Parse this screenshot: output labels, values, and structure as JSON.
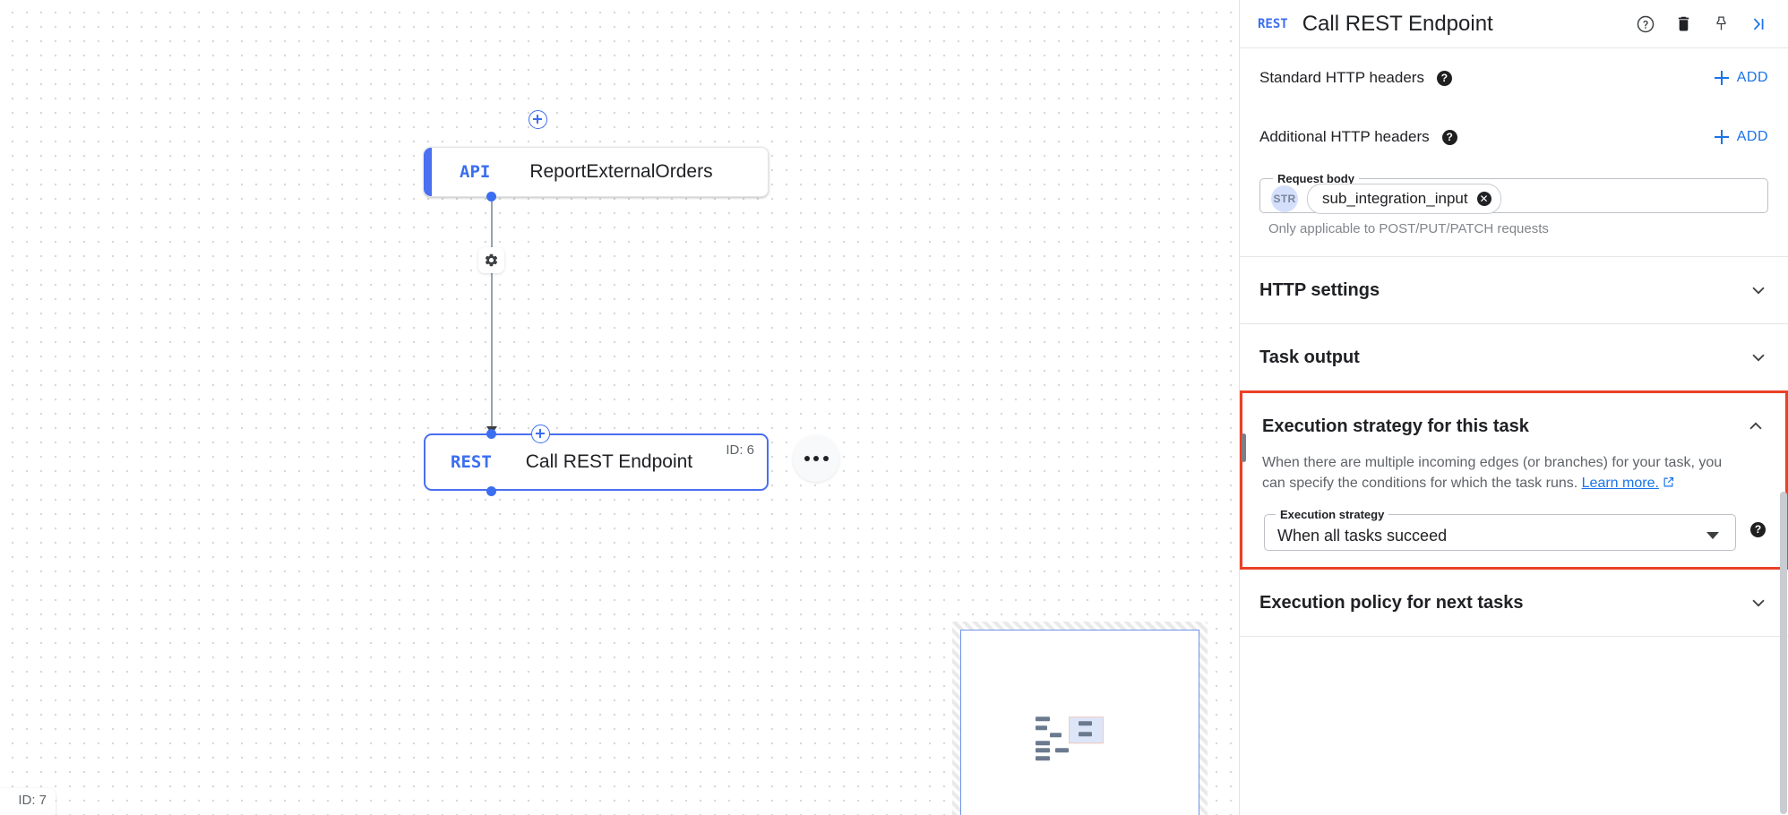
{
  "canvas": {
    "nodes": [
      {
        "type_badge": "API",
        "label": "ReportExternalOrders",
        "id_label": ""
      },
      {
        "type_badge": "REST",
        "label": "Call REST Endpoint",
        "id_label": "ID: 6"
      }
    ],
    "ghost_node_id_label": "ID: 7",
    "edge_gear_icon": "gear-icon",
    "overflow_icon": "more-horizontal-icon",
    "add_node_icon": "plus-circle-icon"
  },
  "panel": {
    "header": {
      "badge": "REST",
      "title": "Call REST Endpoint",
      "icons": [
        "help-circle-icon",
        "trash-icon",
        "pin-icon",
        "collapse-panel-icon"
      ]
    },
    "standard_headers": {
      "label": "Standard HTTP headers",
      "help_icon": "help-filled-icon",
      "add_label": "ADD"
    },
    "additional_headers": {
      "label": "Additional HTTP headers",
      "help_icon": "help-filled-icon",
      "add_label": "ADD"
    },
    "request_body": {
      "legend": "Request body",
      "type_badge": "STR",
      "chip_value": "sub_integration_input",
      "chip_remove_icon": "close-circle-icon",
      "hint": "Only applicable to POST/PUT/PATCH requests"
    },
    "http_settings": {
      "title": "HTTP settings",
      "chevron": "chevron-down-icon",
      "expanded": false
    },
    "task_output": {
      "title": "Task output",
      "chevron": "chevron-down-icon",
      "expanded": false
    },
    "execution_strategy": {
      "title": "Execution strategy for this task",
      "chevron": "chevron-up-icon",
      "expanded": true,
      "description_part1": "When there are multiple incoming edges (or branches) for your task, you can specify the conditions for which the task runs.",
      "link_text": "Learn more.",
      "link_icon": "external-link-icon",
      "field_legend": "Execution strategy",
      "field_value": "When all tasks succeed",
      "field_caret": "chevron-down-icon",
      "field_help_icon": "help-filled-icon",
      "highlight_color": "#ea4026"
    },
    "execution_policy": {
      "title": "Execution policy for next tasks",
      "chevron": "chevron-down-icon",
      "expanded": false
    }
  },
  "colors": {
    "accent_blue": "#1a73e8",
    "node_blue": "#3b6ef0",
    "highlight_red": "#ea4026",
    "text_primary": "#202124",
    "text_secondary": "#5f6368"
  }
}
